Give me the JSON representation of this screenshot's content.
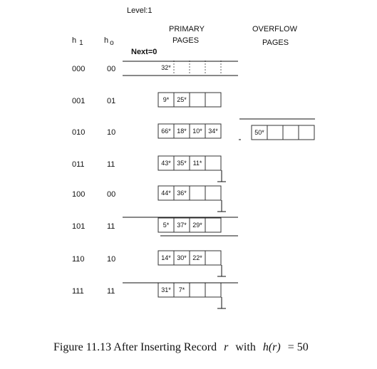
{
  "header": {
    "level": "Level:1",
    "h1_label": "h",
    "h1_sub": "1",
    "h0_label": "h",
    "h0_sub": "o",
    "next": "Next=0",
    "primary_line1": "PRIMARY",
    "primary_line2": "PAGES",
    "overflow_line1": "OVERFLOW",
    "overflow_line2": "PAGES"
  },
  "buckets": [
    {
      "h1": "000",
      "h0": "00",
      "entries": [
        "32*",
        "",
        "",
        ""
      ]
    },
    {
      "h1": "001",
      "h0": "01",
      "entries": [
        "9*",
        "25*",
        "",
        ""
      ]
    },
    {
      "h1": "010",
      "h0": "10",
      "entries": [
        "66*",
        "18*",
        "10*",
        "34*"
      ]
    },
    {
      "h1": "011",
      "h0": "11",
      "entries": [
        "43*",
        "35*",
        "11*",
        ""
      ]
    },
    {
      "h1": "100",
      "h0": "00",
      "entries": [
        "44*",
        "36*",
        "",
        ""
      ]
    },
    {
      "h1": "101",
      "h0": "11",
      "entries": [
        "5*",
        "37*",
        "29*",
        ""
      ]
    },
    {
      "h1": "110",
      "h0": "10",
      "entries": [
        "14*",
        "30*",
        "22*",
        ""
      ]
    },
    {
      "h1": "111",
      "h0": "11",
      "entries": [
        "31*",
        "7*",
        "",
        ""
      ]
    }
  ],
  "overflow": {
    "entries": [
      "50*",
      "",
      "",
      ""
    ]
  },
  "caption": {
    "prefix": "Figure 11.13   After Inserting Record",
    "r": "r",
    "with": "with",
    "hr": "h(r)",
    "eq": "= 50"
  }
}
